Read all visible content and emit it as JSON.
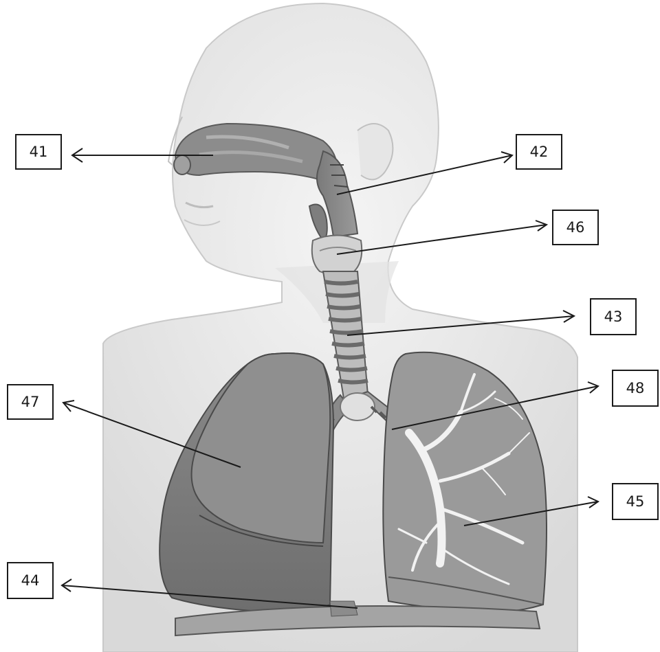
{
  "labels": [
    {
      "id": "41",
      "text": "41"
    },
    {
      "id": "42",
      "text": "42"
    },
    {
      "id": "46",
      "text": "46"
    },
    {
      "id": "43",
      "text": "43"
    },
    {
      "id": "47",
      "text": "47"
    },
    {
      "id": "48",
      "text": "48"
    },
    {
      "id": "45",
      "text": "45"
    },
    {
      "id": "44",
      "text": "44"
    }
  ]
}
